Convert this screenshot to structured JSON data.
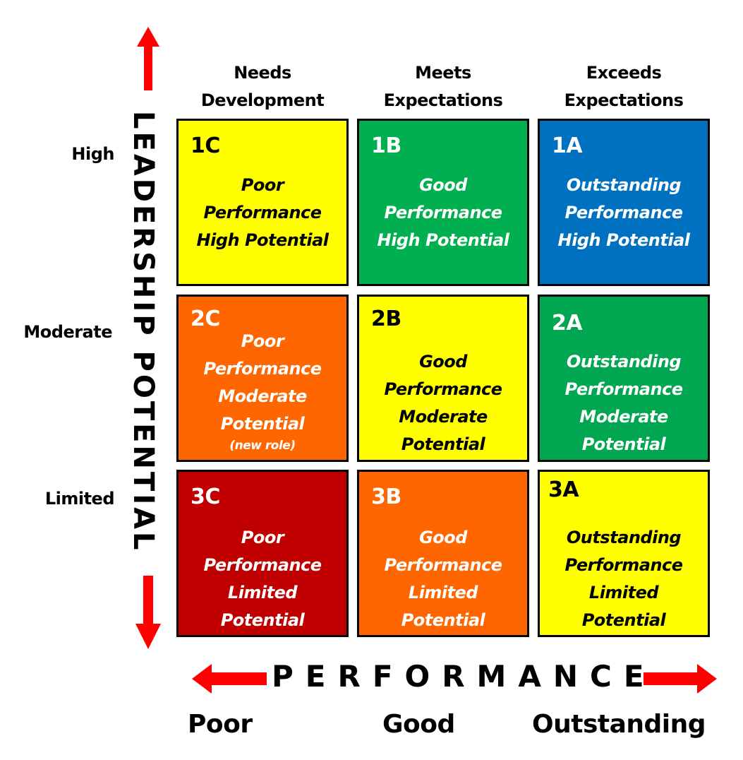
{
  "colors": {
    "yellow": "#FFFF00",
    "green": "#00B050",
    "blue": "#0070C0",
    "orange": "#FF6600",
    "dark_red": "#C00000",
    "arrow_red": "#FF0000",
    "border": "#000000"
  },
  "vertical_axis": {
    "title": "LEADERSHIP POTENTIAL",
    "arrow_up_icon": "arrow-up-icon",
    "arrow_down_icon": "arrow-down-icon",
    "row_labels": [
      "High",
      "Moderate",
      "Limited"
    ]
  },
  "horizontal_axis": {
    "title": "PERFORMANCE",
    "arrow_left_icon": "arrow-left-icon",
    "arrow_right_icon": "arrow-right-icon",
    "scale_labels": [
      "Poor",
      "Good",
      "Outstanding"
    ]
  },
  "column_headers": [
    {
      "line1": "Needs",
      "line2": "Development"
    },
    {
      "line1": "Meets",
      "line2": "Expectations"
    },
    {
      "line1": "Exceeds",
      "line2": "Expectations"
    }
  ],
  "cells": [
    {
      "code": "1C",
      "lines": [
        "Poor",
        "Performance",
        "High Potential"
      ],
      "note": "",
      "color": "#FFFF00",
      "text": "dark"
    },
    {
      "code": "1B",
      "lines": [
        "Good",
        "Performance",
        "High Potential"
      ],
      "note": "",
      "color": "#00B050",
      "text": "light"
    },
    {
      "code": "1A",
      "lines": [
        "Outstanding",
        "Performance",
        "High Potential"
      ],
      "note": "",
      "color": "#0070C0",
      "text": "light"
    },
    {
      "code": "2C",
      "lines": [
        "Poor",
        "Performance",
        "Moderate",
        "Potential"
      ],
      "note": "(new role)",
      "color": "#FF6600",
      "text": "light"
    },
    {
      "code": "2B",
      "lines": [
        "Good",
        "Performance",
        "Moderate",
        "Potential"
      ],
      "note": "",
      "color": "#FFFF00",
      "text": "dark"
    },
    {
      "code": "2A",
      "lines": [
        "Outstanding",
        "Performance",
        "Moderate",
        "Potential"
      ],
      "note": "",
      "color": "#00A650",
      "text": "light"
    },
    {
      "code": "3C",
      "lines": [
        "Poor",
        "Performance",
        "Limited",
        "Potential"
      ],
      "note": "",
      "color": "#C00000",
      "text": "light"
    },
    {
      "code": "3B",
      "lines": [
        "Good",
        "Performance",
        "Limited",
        "Potential"
      ],
      "note": "",
      "color": "#FF6600",
      "text": "light"
    },
    {
      "code": "3A",
      "lines": [
        "Outstanding",
        "Performance",
        "Limited",
        "Potential"
      ],
      "note": "",
      "color": "#FFFF00",
      "text": "dark"
    }
  ]
}
